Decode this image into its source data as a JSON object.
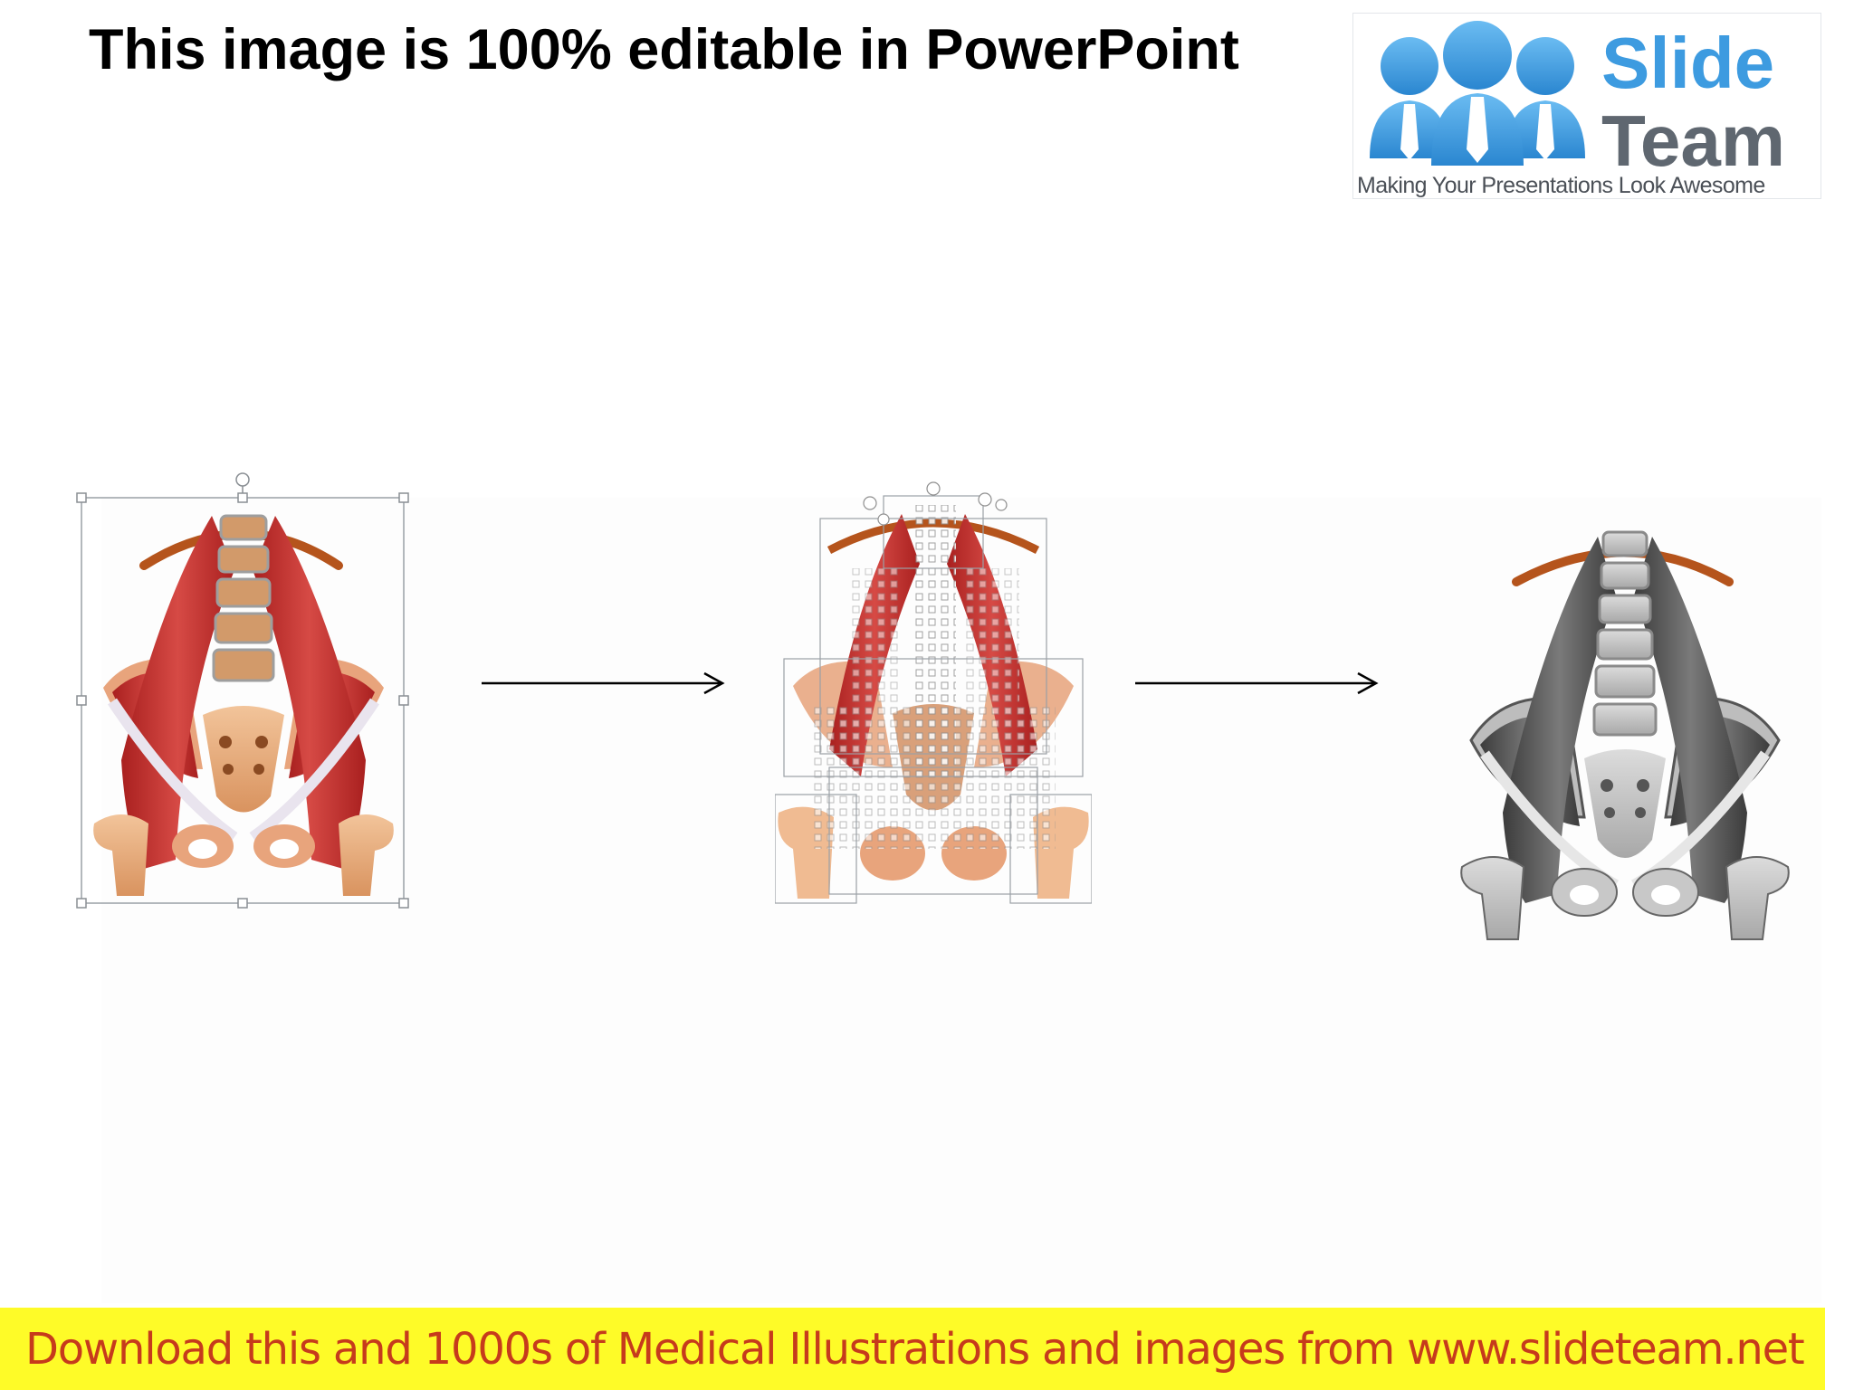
{
  "slide": {
    "title": "This image is 100% editable in PowerPoint",
    "logo": {
      "word1": "Slide",
      "word2": "Team",
      "tagline": "Making Your Presentations Look Awesome",
      "colors": {
        "people": "#3d9be0",
        "slide_text": "#3d9be0",
        "team_text": "#5f6770"
      }
    },
    "illustrations": [
      {
        "name": "color-illustration-selected",
        "variant": "color"
      },
      {
        "name": "edit-points-illustration",
        "variant": "vector-edit-points"
      },
      {
        "name": "grayscale-illustration",
        "variant": "grayscale"
      }
    ],
    "arrows": [
      "right-arrow",
      "right-arrow"
    ],
    "footer": {
      "text": "Download this and 1000s of Medical Illustrations and images from www.slideteam.net",
      "background": "#fefb28",
      "text_color": "#c63b1c"
    }
  }
}
